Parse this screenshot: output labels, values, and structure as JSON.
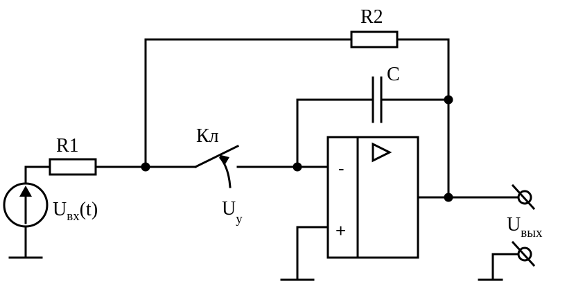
{
  "labels": {
    "r1": "R1",
    "r2": "R2",
    "c": "C",
    "switch": "Кл",
    "uin_main": "U",
    "uin_sub": "вх",
    "uin_tail": "(t)",
    "uy_main": "U",
    "uy_sub": "у",
    "uout_main": "U",
    "uout_sub": "вых",
    "minus": "-",
    "plus": "+"
  }
}
